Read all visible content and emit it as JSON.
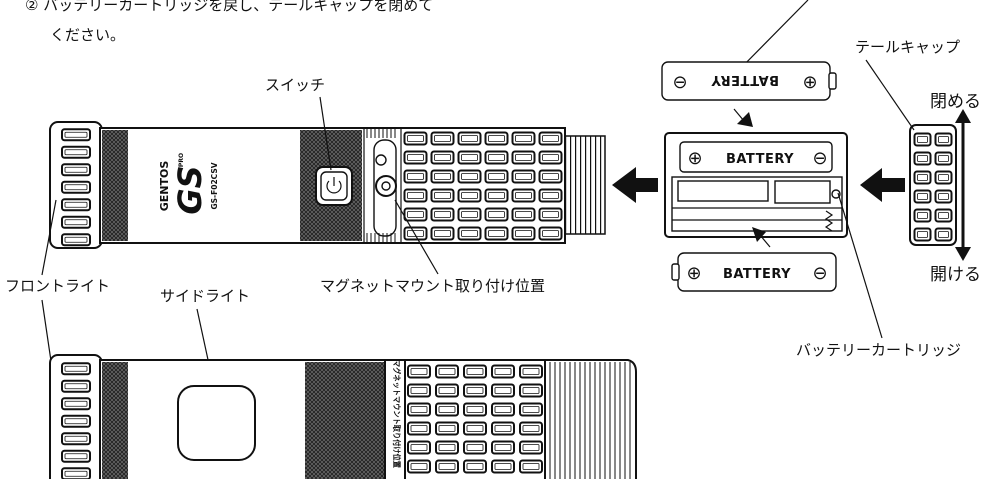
{
  "instruction": {
    "line1": "② バッテリーカートリッジを戻し、テールキャップを閉めて",
    "line2": "ください。"
  },
  "labels": {
    "switch": "スイッチ",
    "tail_cap": "テールキャップ",
    "close": "閉める",
    "open": "開ける",
    "front_light": "フロントライト",
    "side_light": "サイドライト",
    "magnet_mount": "マグネットマウント取り付け位置",
    "battery_cartridge": "バッテリーカートリッジ"
  },
  "battery": {
    "label": "BATTERY",
    "minus": "⊖",
    "plus": "⊕"
  },
  "product": {
    "brand": "GENTOS",
    "logo": "GS",
    "pro": "PRO",
    "model": "GS-F02CSV"
  },
  "magnet_band_text": "マグネットマウント取り付け位置"
}
